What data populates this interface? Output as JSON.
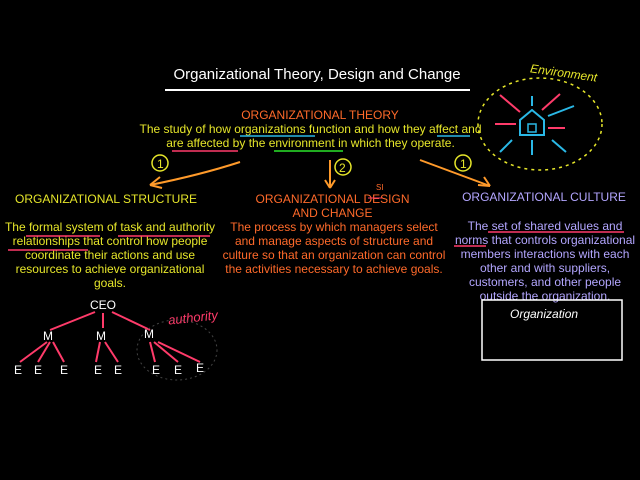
{
  "title": "Organizational Theory, Design and Change",
  "theory": {
    "heading": "ORGANIZATIONAL THEORY",
    "body": "The study of how organizations function and how they affect and are affected by the environment in which they operate."
  },
  "structure": {
    "heading": "ORGANIZATIONAL STRUCTURE",
    "body": "The formal system of task and authority relationships that control how people coordinate their actions and use resources to achieve organizational goals."
  },
  "design": {
    "heading": "ORGANIZATIONAL DESIGN AND CHANGE",
    "body": "The process by which managers select and manage aspects of structure and culture so that an organization can control the activities necessary to achieve goals."
  },
  "culture": {
    "heading": "ORGANIZATIONAL CULTURE",
    "body": "The set of shared values and norms that controls organizational members interactions with each other and with suppliers, customers, and other people outside the organization."
  },
  "annotations": {
    "environment": "Environment",
    "organization": "Organization",
    "authority": "authority",
    "num1a": "1",
    "num2": "2",
    "num1b": "1",
    "design_insert": "SI"
  },
  "tree": {
    "ceo": "CEO",
    "managers": [
      "M",
      "M",
      "M"
    ],
    "employees": [
      "E",
      "E",
      "E",
      "E",
      "E",
      "E",
      "E",
      "E"
    ]
  },
  "colors": {
    "yellow": "#e6e62a",
    "orange": "#ff6a2a",
    "lavender": "#b3a6ff",
    "red": "#ff3b6a",
    "cyan": "#2ab8e6",
    "green": "#2ae62a"
  }
}
